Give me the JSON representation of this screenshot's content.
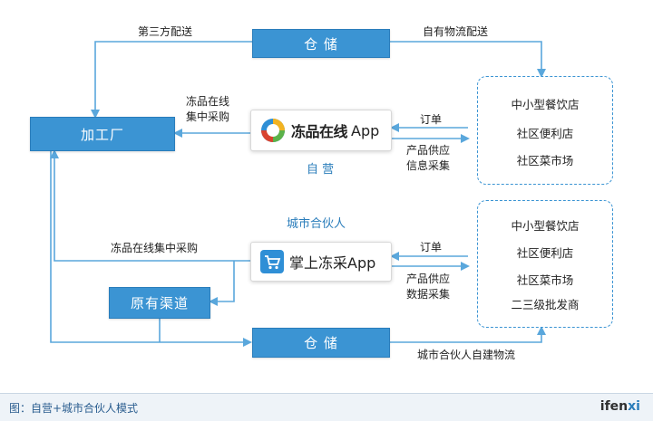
{
  "nodes": {
    "warehouse_top": "仓 储",
    "warehouse_bottom": "仓 储",
    "factory": "加工厂",
    "original_channel": "原有渠道"
  },
  "apps": {
    "app1": "App",
    "app1_logo_text": "冻品在线",
    "app1_caption": "自 营",
    "app2": "掌上冻采App",
    "app2_caption": "城市合伙人"
  },
  "groups": {
    "group1": [
      "中小型餐饮店",
      "社区便利店",
      "社区菜市场"
    ],
    "group2": [
      "中小型餐饮店",
      "社区便利店",
      "社区菜市场",
      "二三级批发商"
    ]
  },
  "edges": {
    "third_party": "第三方配送",
    "own_logistics": "自有物流配送",
    "central_purchase_1_line1": "冻品在线",
    "central_purchase_1_line2": "集中采购",
    "order_1": "订单",
    "supply_1_line1": "产品供应",
    "supply_1_line2": "信息采集",
    "central_purchase_2": "冻品在线集中采购",
    "order_2": "订单",
    "supply_2_line1": "产品供应",
    "supply_2_line2": "数据采集",
    "partner_logistics": "城市合伙人自建物流"
  },
  "footer": {
    "caption": "图：自营+城市合伙人模式",
    "brand_a": "ifen",
    "brand_b": "xi"
  },
  "colors": {
    "primary": "#3b94d3",
    "line": "#5aa7dc"
  }
}
